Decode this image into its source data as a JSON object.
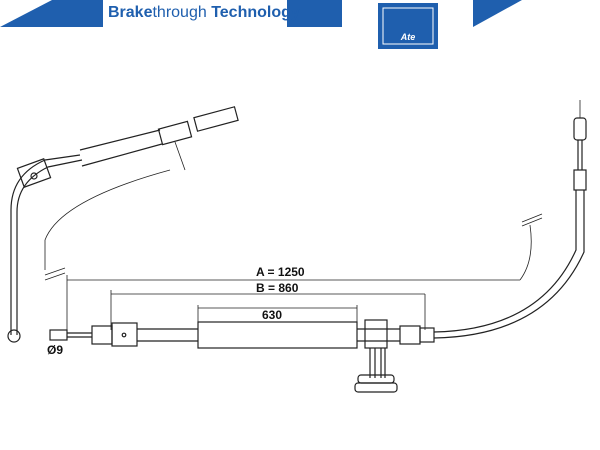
{
  "header": {
    "brand_bold_1": "Brake",
    "brand_thin": "through",
    "brand_bold_2": " Technology",
    "logo_text": "Ate"
  },
  "colors": {
    "brand_blue": "#1f5fae"
  },
  "dimensions": {
    "a_label": "A = 1250",
    "b_label": "B = 860",
    "sleeve_label": "630",
    "diameter_label": "Ø9"
  }
}
